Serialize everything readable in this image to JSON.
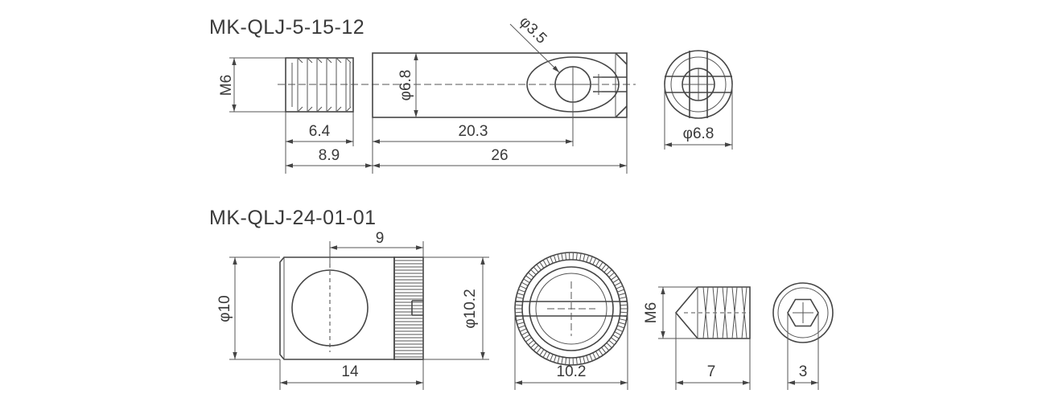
{
  "part1": {
    "title": "MK-QLJ-5-15-12",
    "dims": {
      "thread": "M6",
      "body_dia": "φ6.8",
      "hole_dia": "φ3.5",
      "end_dia": "φ6.8",
      "thread_len": "6.4",
      "thread_total": "8.9",
      "hole_pos": "20.3",
      "body_len": "26"
    }
  },
  "part2": {
    "title": "MK-QLJ-24-01-01",
    "dims": {
      "hole_pos": "9",
      "outer_dia": "φ10",
      "knurl_dia": "φ10.2",
      "length": "14",
      "front_dia": "10.2"
    }
  },
  "part3": {
    "dims": {
      "thread": "M6",
      "length": "7",
      "hex": "3"
    }
  }
}
